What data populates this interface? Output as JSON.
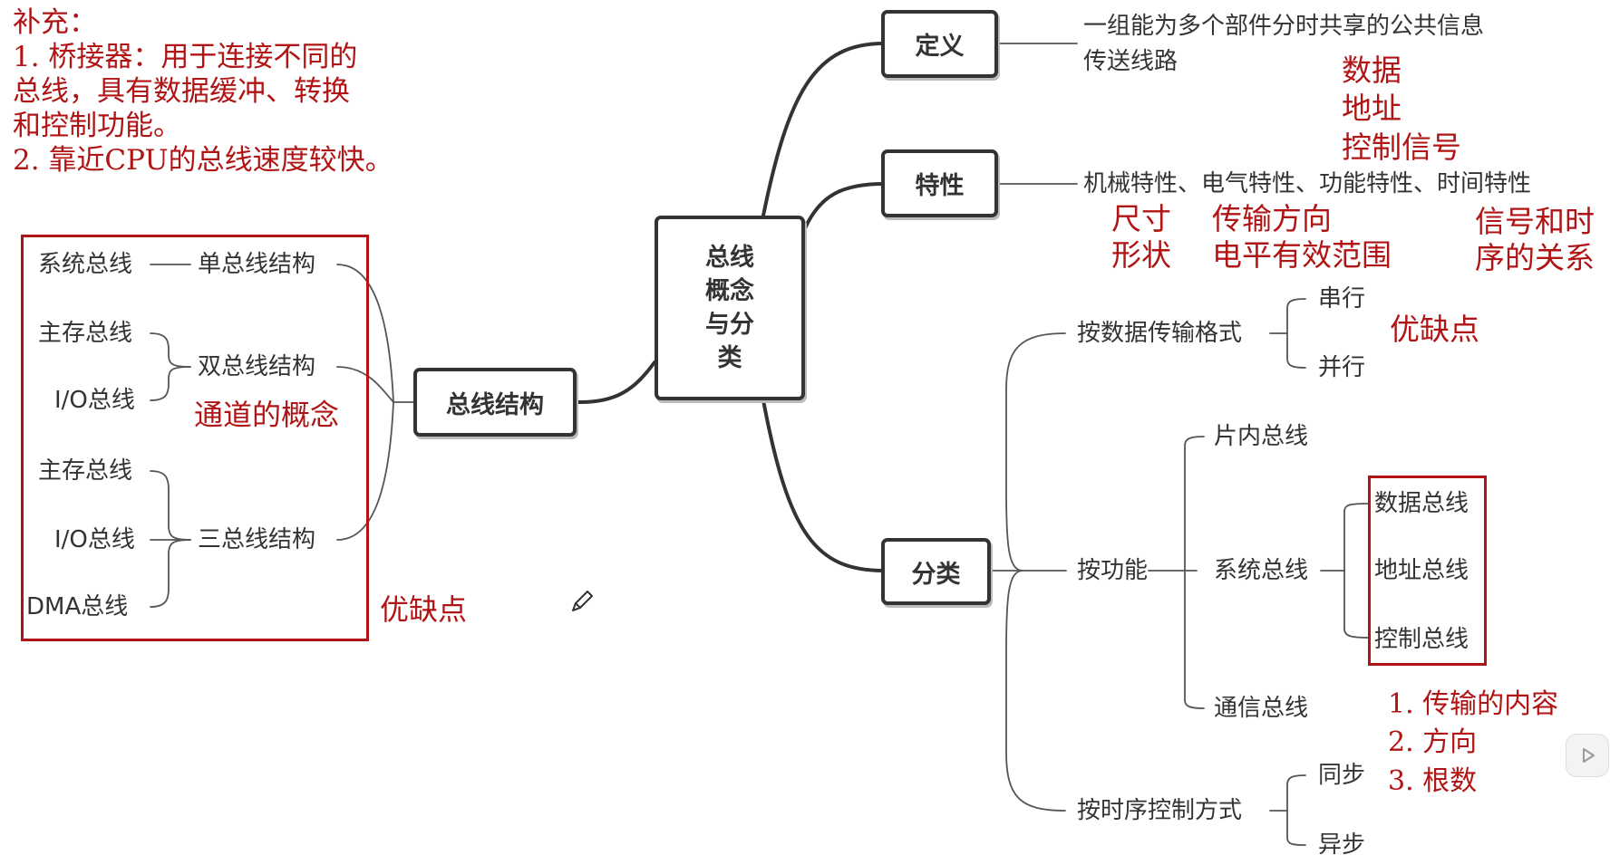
{
  "supplement": {
    "title": "补充：",
    "lines": [
      "1. 桥接器：用于连接不同的",
      "总线，具有数据缓冲、转换",
      "和控制功能。",
      "2. 靠近CPU的总线速度较快。"
    ]
  },
  "root": [
    "总线",
    "概念",
    "与分",
    "类"
  ],
  "definition": {
    "label": "定义",
    "text_line1": "一组能为多个部件分时共享的公共信息",
    "text_line2": "传送线路",
    "note": [
      "数据",
      "地址",
      "控制信号"
    ]
  },
  "characteristics": {
    "label": "特性",
    "text": "机械特性、电气特性、功能特性、时间特性",
    "note_mech": [
      "尺寸",
      "形状"
    ],
    "note_elec": [
      "传输方向",
      "电平有效范围"
    ],
    "note_time": [
      "信号和时",
      "序的关系"
    ]
  },
  "structure": {
    "label": "总线结构",
    "single": {
      "label": "单总线结构",
      "buses": [
        "系统总线"
      ]
    },
    "dual": {
      "label": "双总线结构",
      "buses": [
        "主存总线",
        "I/O总线"
      ],
      "note": "通道的概念"
    },
    "triple": {
      "label": "三总线结构",
      "buses": [
        "主存总线",
        "I/O总线",
        "DMA总线"
      ]
    },
    "note": "优缺点"
  },
  "classification": {
    "label": "分类",
    "by_format": {
      "label": "按数据传输格式",
      "items": [
        "串行",
        "并行"
      ],
      "note": "优缺点"
    },
    "by_function": {
      "label": "按功能",
      "on_chip": "片内总线",
      "system": {
        "label": "系统总线",
        "items": [
          "数据总线",
          "地址总线",
          "控制总线"
        ]
      },
      "comm": "通信总线",
      "note": [
        "1. 传输的内容",
        "2. 方向",
        "3. 根数"
      ]
    },
    "by_timing": {
      "label": "按时序控制方式",
      "items": [
        "同步",
        "异步"
      ]
    }
  },
  "colors": {
    "accent_red": "#b01414",
    "line": "#333333",
    "text": "#333333"
  },
  "icons": [
    "pencil-cursor-icon",
    "play-icon"
  ]
}
